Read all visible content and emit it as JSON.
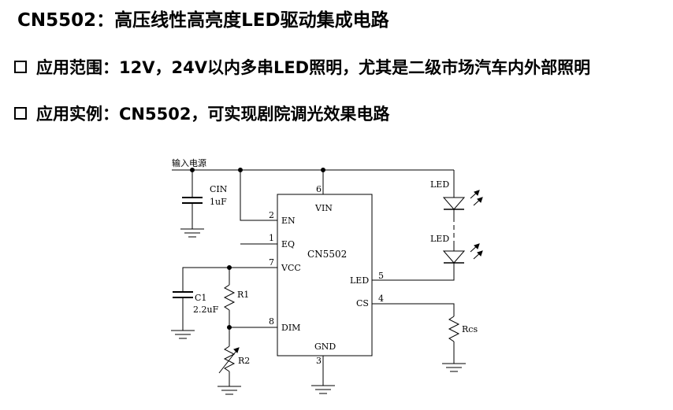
{
  "header": {
    "title": "CN5502：高压线性高亮度LED驱动集成电路",
    "bullet1": "应用范围：12V，24V以内多串LED照明，尤其是二级市场汽车内外部照明",
    "bullet2": "应用实例：CN5502，可实现剧院调光效果电路"
  },
  "circuit": {
    "input_label": "输入电源",
    "chip_name": "CN5502",
    "pins": {
      "vin": {
        "num": "6",
        "name": "VIN"
      },
      "en": {
        "num": "2",
        "name": "EN"
      },
      "eq": {
        "num": "1",
        "name": "EQ"
      },
      "vcc": {
        "num": "7",
        "name": "VCC"
      },
      "dim": {
        "num": "8",
        "name": "DIM"
      },
      "led": {
        "num": "5",
        "name": "LED"
      },
      "cs": {
        "num": "4",
        "name": "CS"
      },
      "gnd": {
        "num": "3",
        "name": "GND"
      }
    },
    "cin": {
      "name": "CIN",
      "value": "1uF"
    },
    "c1": {
      "name": "C1",
      "value": "2.2uF"
    },
    "r1": "R1",
    "r2": "R2",
    "rcs": "Rcs",
    "led_top": "LED",
    "led_bottom": "LED"
  }
}
